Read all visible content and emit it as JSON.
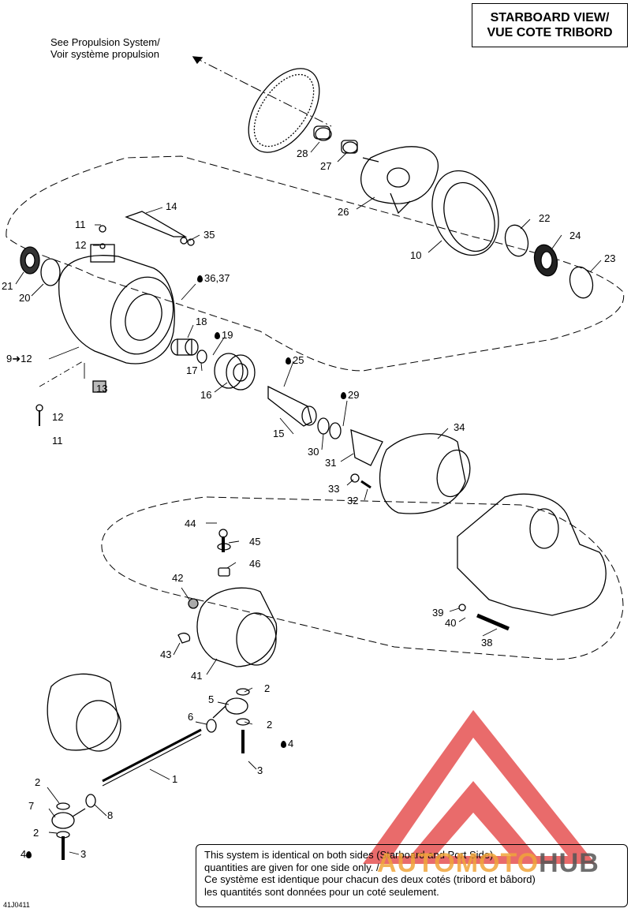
{
  "title": {
    "line1": "STARBOARD VIEW/",
    "line2": "VUE COTE TRIBORD"
  },
  "reference": {
    "line1": "See Propulsion System/",
    "line2": "Voir système propulsion"
  },
  "note": {
    "line1": "This system is identical on both sides (Starboard and Port Side)",
    "line2": "quantities are given for one side only. /",
    "line3": "Ce système est identique pour chacun des deux cotés (tribord et bâbord)",
    "line4": "les quantités sont données pour un coté seulement."
  },
  "diagram_code": "41J0411",
  "watermark": {
    "part1": "AUTO",
    "part2": "MOTO",
    "part3": "HUB",
    "colors": {
      "red": "#e23a3a",
      "orange": "#f0a53a",
      "gray": "#555555"
    }
  },
  "callouts": {
    "c1": "1",
    "c2a": "2",
    "c2b": "2",
    "c2c": "2",
    "c2d": "2",
    "c3a": "3",
    "c3b": "3",
    "c4a": "4",
    "c4b": "4",
    "c5": "5",
    "c6": "6",
    "c7": "7",
    "c8": "8",
    "c9": "9",
    "c9to": "12",
    "c10": "10",
    "c11a": "11",
    "c11b": "11",
    "c12a": "12",
    "c12b": "12",
    "c13": "13",
    "c14": "14",
    "c15": "15",
    "c16": "16",
    "c17": "17",
    "c18": "18",
    "c19": "19",
    "c20": "20",
    "c21": "21",
    "c22": "22",
    "c23": "23",
    "c24": "24",
    "c25": "25",
    "c26": "26",
    "c27": "27",
    "c28": "28",
    "c29": "29",
    "c30": "30",
    "c31": "31",
    "c32": "32",
    "c33": "33",
    "c34": "34",
    "c35": "35",
    "c3637": "36,37",
    "c38": "38",
    "c39": "39",
    "c40": "40",
    "c41": "41",
    "c42": "42",
    "c43": "43",
    "c44": "44",
    "c45": "45",
    "c46": "46"
  }
}
